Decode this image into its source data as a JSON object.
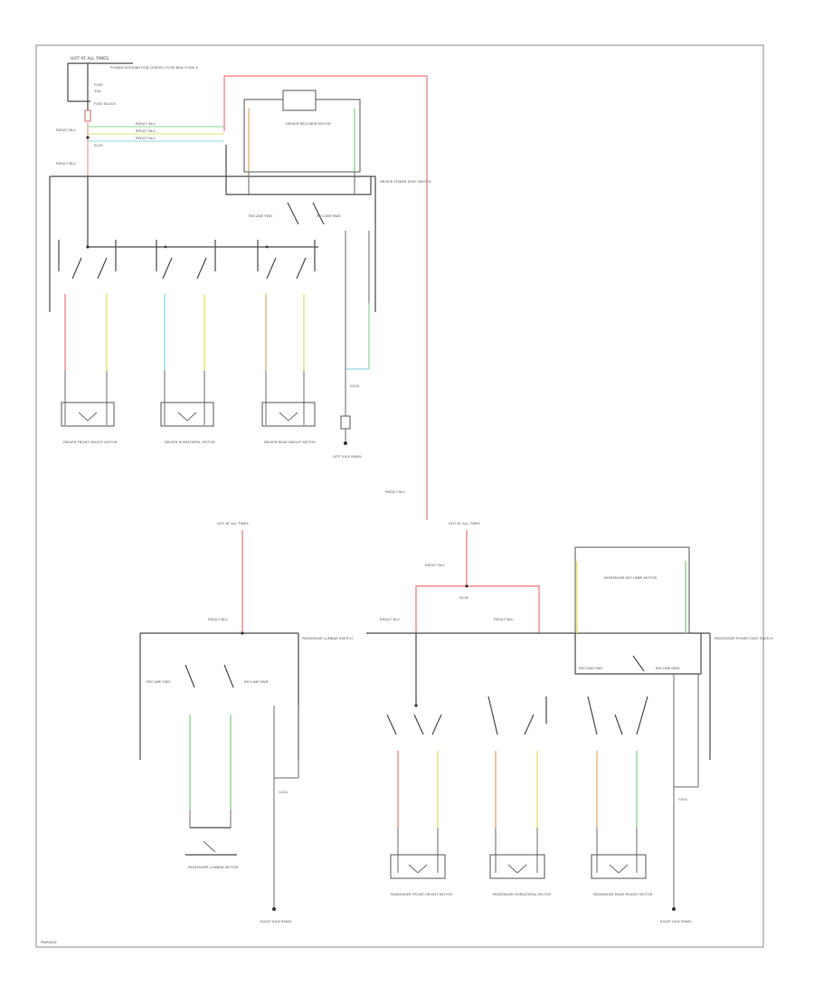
{
  "colors": {
    "red": "#f08a8a",
    "pink": "#f4b3b3",
    "green": "#8fd68f",
    "yellow": "#e8e070",
    "cyan": "#8fd8e0",
    "wire": "#4a4a4a",
    "frame": "#8a8a8a"
  },
  "texts": {
    "hot_at_all_times": "HOT AT ALL TIMES",
    "fuse_note": "POWER DISTRIBUTION CENTER (FUSE BOX) FUSE 9",
    "fuse_id": "FUSE",
    "fuse_amp": "30A",
    "fuse_block": "FUSE BLOCK",
    "rel_lbl": "RED/LT BLU",
    "splice": "S215",
    "recliner_motor": "DRIVER RECLINER MOTOR",
    "driver_seat_switch": "DRIVER POWER SEAT SWITCH",
    "recline_fwd": "RECLINE FWD",
    "recline_rear": "RECLINE RWD",
    "mot_drv_front": "DRIVER FRONT HEIGHT MOTOR",
    "mot_drv_horiz": "DRIVER HORIZONTAL MOTOR",
    "mot_drv_rear": "DRIVER REAR HEIGHT MOTOR",
    "gnd_g200": "G200",
    "gnd_left_kick": "LEFT KICK PANEL",
    "gnd_right_kick": "RIGHT KICK PANEL",
    "passenger_side_label": "HOT AT ALL TIMES",
    "pass_lumbar_switch": "PASSENGER LUMBAR SWITCH",
    "pass_lumbar_motor": "PASSENGER LUMBAR MOTOR",
    "pass_recliner_motor": "PASSENGER RECLINER MOTOR",
    "pass_seat_switch": "PASSENGER POWER SEAT SWITCH",
    "splice2": "S216",
    "mot_pass_front": "PASSENGER FRONT HEIGHT MOTOR",
    "mot_pass_horiz": "PASSENGER HORIZONTAL MOTOR",
    "mot_pass_rear": "PASSENGER REAR HEIGHT MOTOR",
    "gnd_g201": "G201",
    "footer_code": "PWRSEAT"
  }
}
